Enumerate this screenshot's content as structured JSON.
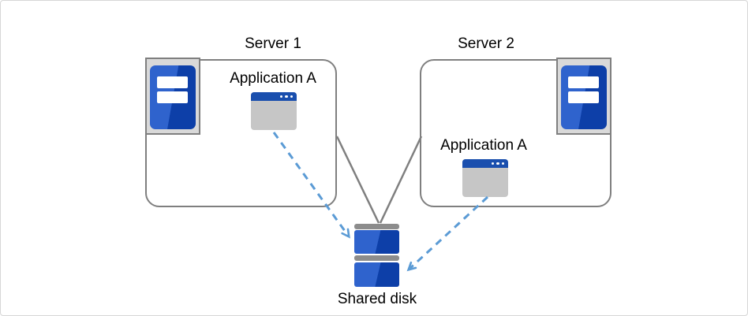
{
  "diagram": {
    "kind": "shared-disk-cluster-diagram",
    "servers": [
      {
        "id": "server1",
        "title": "Server 1",
        "app_label": "Application A"
      },
      {
        "id": "server2",
        "title": "Server 2",
        "app_label": "Application A"
      }
    ],
    "shared_disk": {
      "label": "Shared disk"
    },
    "connections": [
      {
        "from": "server1-box",
        "to": "shared-disk",
        "style": "solid-gray-line"
      },
      {
        "from": "server2-box",
        "to": "shared-disk",
        "style": "solid-gray-line"
      },
      {
        "from": "application-a-on-server1",
        "to": "shared-disk",
        "style": "dashed-blue-arrow"
      },
      {
        "from": "application-a-on-server2",
        "to": "shared-disk",
        "style": "dashed-blue-arrow"
      }
    ]
  },
  "icons": {
    "server_tower": "server-tower-icon",
    "app_window": "app-window-icon",
    "shared_disk": "shared-disk-icon"
  },
  "colors": {
    "text_color": "#000000",
    "box_border": "#7f7f7f",
    "connector_gray": "#7f7f7f",
    "arrow_blue": "#5b9bd5",
    "icon_frame_fill": "#d9d9d9",
    "tower_blue_light": "#2f63cd",
    "tower_blue_dark": "#0d3fa8",
    "window_titlebar_blue": "#1a4fae",
    "window_body_gray": "#c6c6c6",
    "disk_bar_gray": "#8c8c8c"
  }
}
